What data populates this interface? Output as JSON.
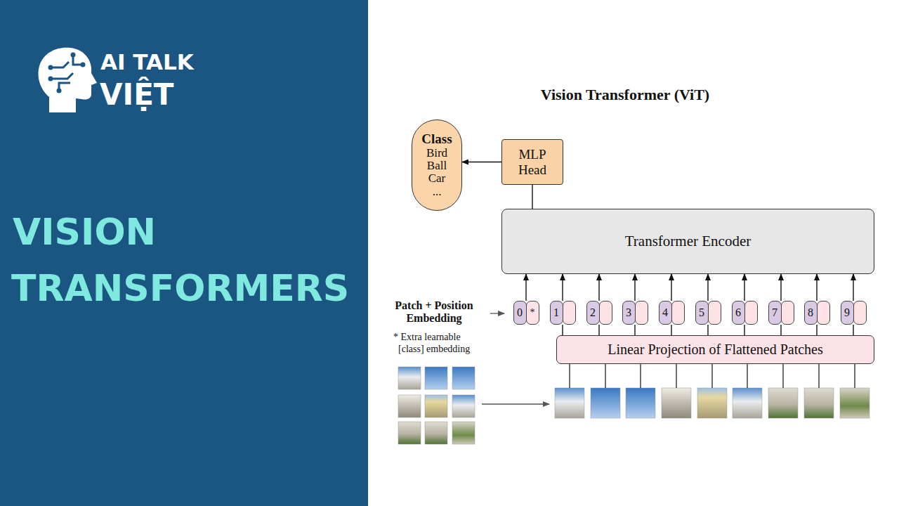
{
  "diagram": {
    "title": "Vision Transformer (ViT)",
    "nodes": [
      {
        "text": [
          "Class",
          "Bird",
          "Ball",
          "Car",
          "..."
        ]
      },
      {
        "text": [
          "MLP Head"
        ]
      },
      {
        "text": [
          "Transformer Encoder"
        ]
      },
      {
        "text": [
          "0",
          "*"
        ]
      },
      {
        "text": [
          "1"
        ]
      },
      {
        "text": [
          "2"
        ]
      },
      {
        "text": [
          "3"
        ]
      },
      {
        "text": [
          "4"
        ]
      },
      {
        "text": [
          "5"
        ]
      },
      {
        "text": [
          "6"
        ]
      },
      {
        "text": [
          "7"
        ]
      },
      {
        "text": [
          "8"
        ]
      },
      {
        "text": [
          "9"
        ]
      },
      {
        "text": [
          "Linear Projection of Flattened Patches"
        ]
      }
    ],
    "edges": [
      {
        "from": 1,
        "to": 0,
        "arrow": "to"
      },
      {
        "from": 2,
        "to": 1,
        "arrow": "none"
      },
      {
        "from": 3,
        "to": 2,
        "arrow": "to"
      },
      {
        "from": 4,
        "to": 2,
        "arrow": "to"
      },
      {
        "from": 5,
        "to": 2,
        "arrow": "to"
      },
      {
        "from": 6,
        "to": 2,
        "arrow": "to"
      },
      {
        "from": 7,
        "to": 2,
        "arrow": "to"
      },
      {
        "from": 8,
        "to": 2,
        "arrow": "to"
      },
      {
        "from": 9,
        "to": 2,
        "arrow": "to"
      },
      {
        "from": 10,
        "to": 2,
        "arrow": "to"
      },
      {
        "from": 11,
        "to": 2,
        "arrow": "to"
      },
      {
        "from": 12,
        "to": 2,
        "arrow": "to"
      },
      {
        "from": 13,
        "to": 4,
        "arrow": "none"
      },
      {
        "from": 13,
        "to": 5,
        "arrow": "none"
      },
      {
        "from": 13,
        "to": 6,
        "arrow": "none"
      },
      {
        "from": 13,
        "to": 7,
        "arrow": "none"
      },
      {
        "from": 13,
        "to": 8,
        "arrow": "none"
      },
      {
        "from": 13,
        "to": 9,
        "arrow": "none"
      },
      {
        "from": 13,
        "to": 10,
        "arrow": "none"
      },
      {
        "from": 13,
        "to": 11,
        "arrow": "none"
      },
      {
        "from": 13,
        "to": 12,
        "arrow": "none"
      }
    ],
    "labels": [
      "AI TALK",
      "VIỆT",
      "VISION",
      "TRANSFORMERS",
      "Patch + Position Embedding",
      "* Extra learnable",
      "[class] embedding"
    ]
  }
}
